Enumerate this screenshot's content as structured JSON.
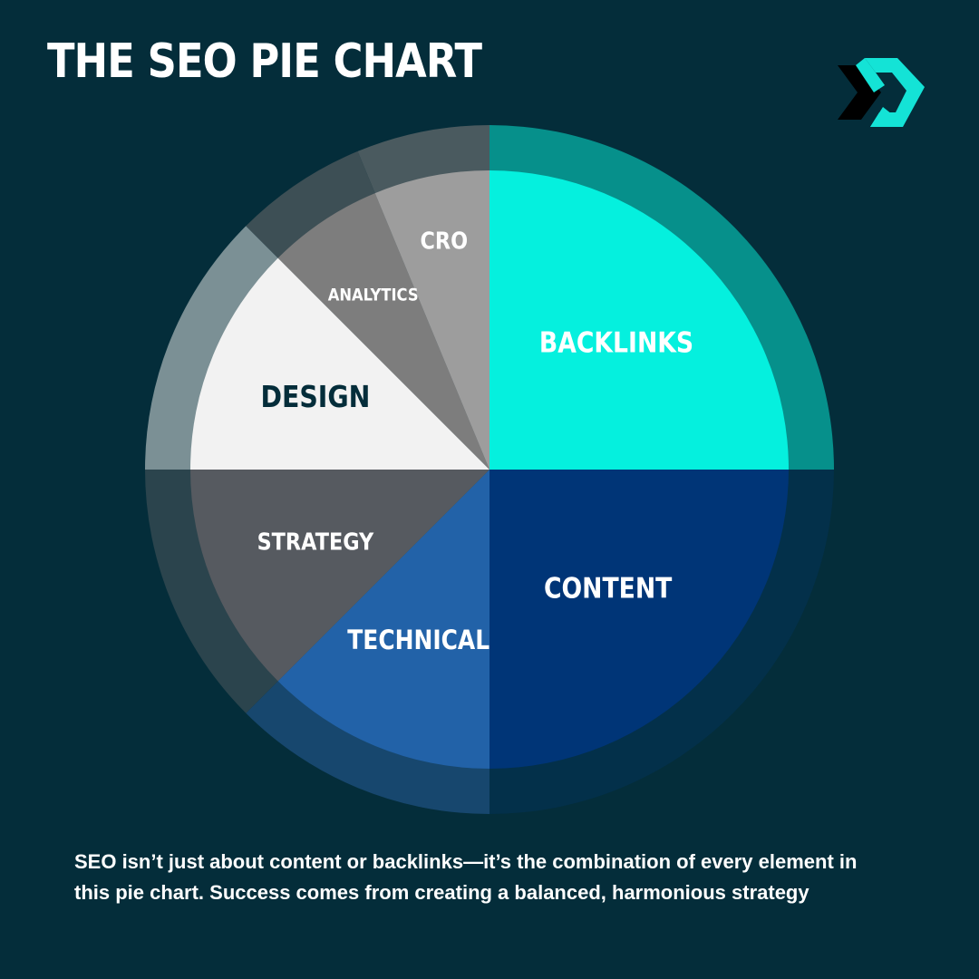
{
  "title": "THE SEO PIE CHART",
  "caption": "SEO isn’t just about content or backlinks—it’s the combination of every element in this pie chart. Success comes from creating a balanced, harmonious strategy",
  "logo": {
    "icon": "brand-x-logo-icon",
    "colors": [
      "#000000",
      "#14e3d6"
    ]
  },
  "colors": {
    "background": "#042d3a"
  },
  "chart_data": {
    "type": "pie",
    "title": "THE SEO PIE CHART",
    "start_angle_deg": 0,
    "direction": "clockwise",
    "slices": [
      {
        "label": "BACKLINKS",
        "value": 25,
        "color": "#05f0de",
        "ring_color": "#06908b",
        "label_color": "#ffffff"
      },
      {
        "label": "CONTENT",
        "value": 25,
        "color": "#003577",
        "ring_color": "#03304a",
        "label_color": "#ffffff"
      },
      {
        "label": "TECHNICAL",
        "value": 12.5,
        "color": "#2262a8",
        "ring_color": "#17476e",
        "label_color": "#ffffff"
      },
      {
        "label": "STRATEGY",
        "value": 12.5,
        "color": "#565a60",
        "ring_color": "#2b444d",
        "label_color": "#ffffff"
      },
      {
        "label": "DESIGN",
        "value": 12.5,
        "color": "#f2f2f2",
        "ring_color": "#7b9095",
        "label_color": "#042d3a"
      },
      {
        "label": "ANALYTICS",
        "value": 6.25,
        "color": "#7d7d7d",
        "ring_color": "#3d4f55",
        "label_color": "#ffffff"
      },
      {
        "label": "CRO",
        "value": 6.25,
        "color": "#9d9d9d",
        "ring_color": "#4a5a5f",
        "label_color": "#ffffff"
      }
    ]
  }
}
